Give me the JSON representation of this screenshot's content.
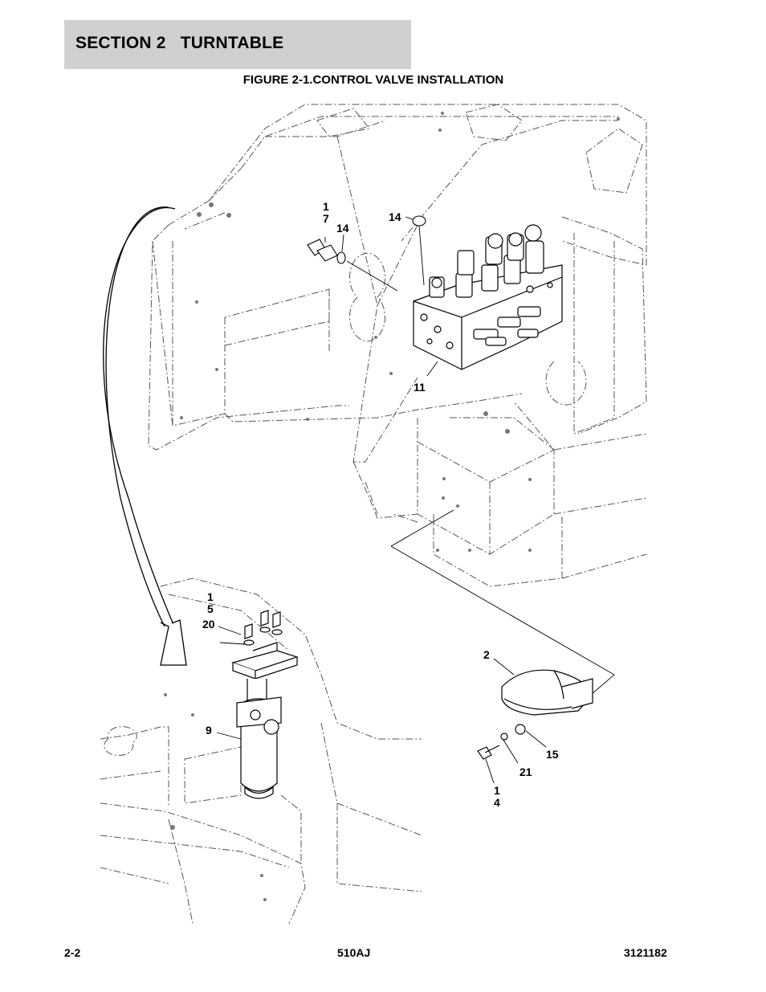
{
  "header": {
    "section_title": "SECTION 2   TURNTABLE",
    "background_color": "#d0d0d0"
  },
  "figure": {
    "title": "FIGURE 2-1.CONTROL VALVE INSTALLATION",
    "callouts": [
      {
        "id": "callout-1-7-a",
        "text": "1"
      },
      {
        "id": "callout-1-7-b",
        "text": "7"
      },
      {
        "id": "callout-14-upper",
        "text": "14"
      },
      {
        "id": "callout-14-washer",
        "text": "14"
      },
      {
        "id": "callout-11",
        "text": "11"
      },
      {
        "id": "callout-1-5-a",
        "text": "1"
      },
      {
        "id": "callout-1-5-b",
        "text": "5"
      },
      {
        "id": "callout-20",
        "text": "20"
      },
      {
        "id": "callout-2",
        "text": "2"
      },
      {
        "id": "callout-9",
        "text": "9"
      },
      {
        "id": "callout-15",
        "text": "15"
      },
      {
        "id": "callout-21",
        "text": "21"
      },
      {
        "id": "callout-1-4-a",
        "text": "1"
      },
      {
        "id": "callout-1-4-b",
        "text": "4"
      }
    ]
  },
  "footer": {
    "page_number": "2-2",
    "model": "510AJ",
    "document_number": "3121182"
  }
}
